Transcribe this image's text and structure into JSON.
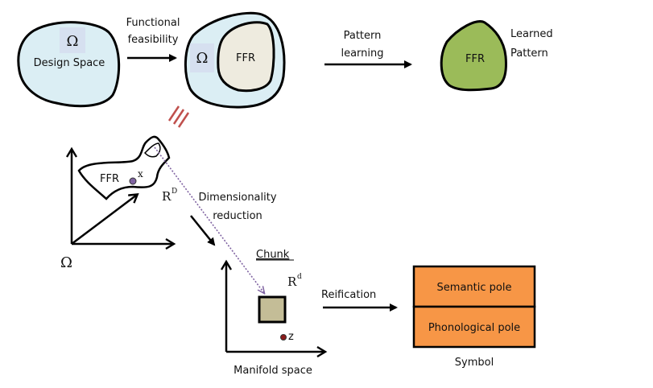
{
  "colors": {
    "design_space_fill": "#dbeef4",
    "omega_box_fill": "#d6e0f0",
    "ffr_inner_fill": "#eeebdf",
    "learned_pattern_fill": "#9bbb59",
    "chunk_fill": "#c4bd97",
    "symbol_fill": "#f79646",
    "dotted_arrow": "#8064a2",
    "point_x": "#8064a2",
    "point_z": "#8b1a1a",
    "equiv_marks": "#c0504d"
  },
  "top_row": {
    "design_space": {
      "symbol": "Ω",
      "label": "Design Space"
    },
    "arrow1_label": [
      "Functional",
      "feasibility"
    ],
    "feasible_space": {
      "symbol": "Ω",
      "inner_label": "FFR"
    },
    "arrow2_label": [
      "Pattern",
      "learning"
    ],
    "learned": {
      "inner_label": "FFR",
      "side_label": [
        "Learned",
        "Pattern"
      ]
    }
  },
  "high_dim": {
    "region_label": "FFR",
    "point_label": "x",
    "space_label": "R",
    "space_sup": "D",
    "origin_label": "Ω"
  },
  "reduction": {
    "label": [
      "Dimensionality",
      "reduction"
    ]
  },
  "manifold": {
    "chunk_label": "Chunk",
    "space_label": "R",
    "space_sup": "d",
    "point_label": "z",
    "axis_label": "Manifold space"
  },
  "reification": {
    "label": "Reification"
  },
  "symbol": {
    "top_pole": "Semantic pole",
    "bottom_pole": "Phonological pole",
    "caption": "Symbol"
  }
}
